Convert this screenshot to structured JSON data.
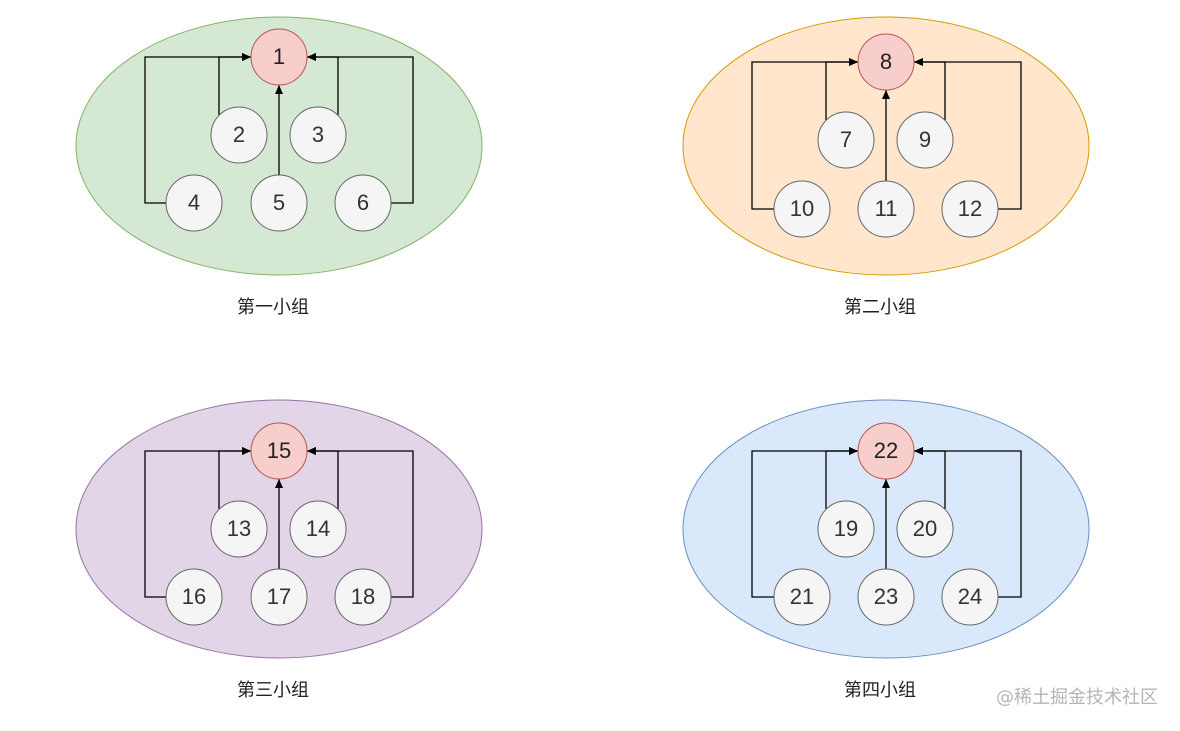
{
  "groups": [
    {
      "caption": "第一小组",
      "fill": "#d5e8d4",
      "stroke": "#82b366",
      "leader": "1",
      "middle": [
        "2",
        "3"
      ],
      "bottom": [
        "4",
        "5",
        "6"
      ]
    },
    {
      "caption": "第二小组",
      "fill": "#ffe6cc",
      "stroke": "#d79b00",
      "leader": "8",
      "middle": [
        "7",
        "9"
      ],
      "bottom": [
        "10",
        "11",
        "12"
      ]
    },
    {
      "caption": "第三小组",
      "fill": "#e1d5e7",
      "stroke": "#9673a6",
      "leader": "15",
      "middle": [
        "13",
        "14"
      ],
      "bottom": [
        "16",
        "17",
        "18"
      ]
    },
    {
      "caption": "第四小组",
      "fill": "#dae8fc",
      "stroke": "#6c8ebf",
      "leader": "22",
      "middle": [
        "19",
        "20"
      ],
      "bottom": [
        "21",
        "23",
        "24"
      ]
    }
  ],
  "colors": {
    "leader_fill": "#f8cecc",
    "leader_stroke": "#b85450",
    "member_fill": "#f5f5f5",
    "member_stroke": "#666666",
    "connector": "#000000"
  },
  "watermark": "@稀土掘金技术社区"
}
